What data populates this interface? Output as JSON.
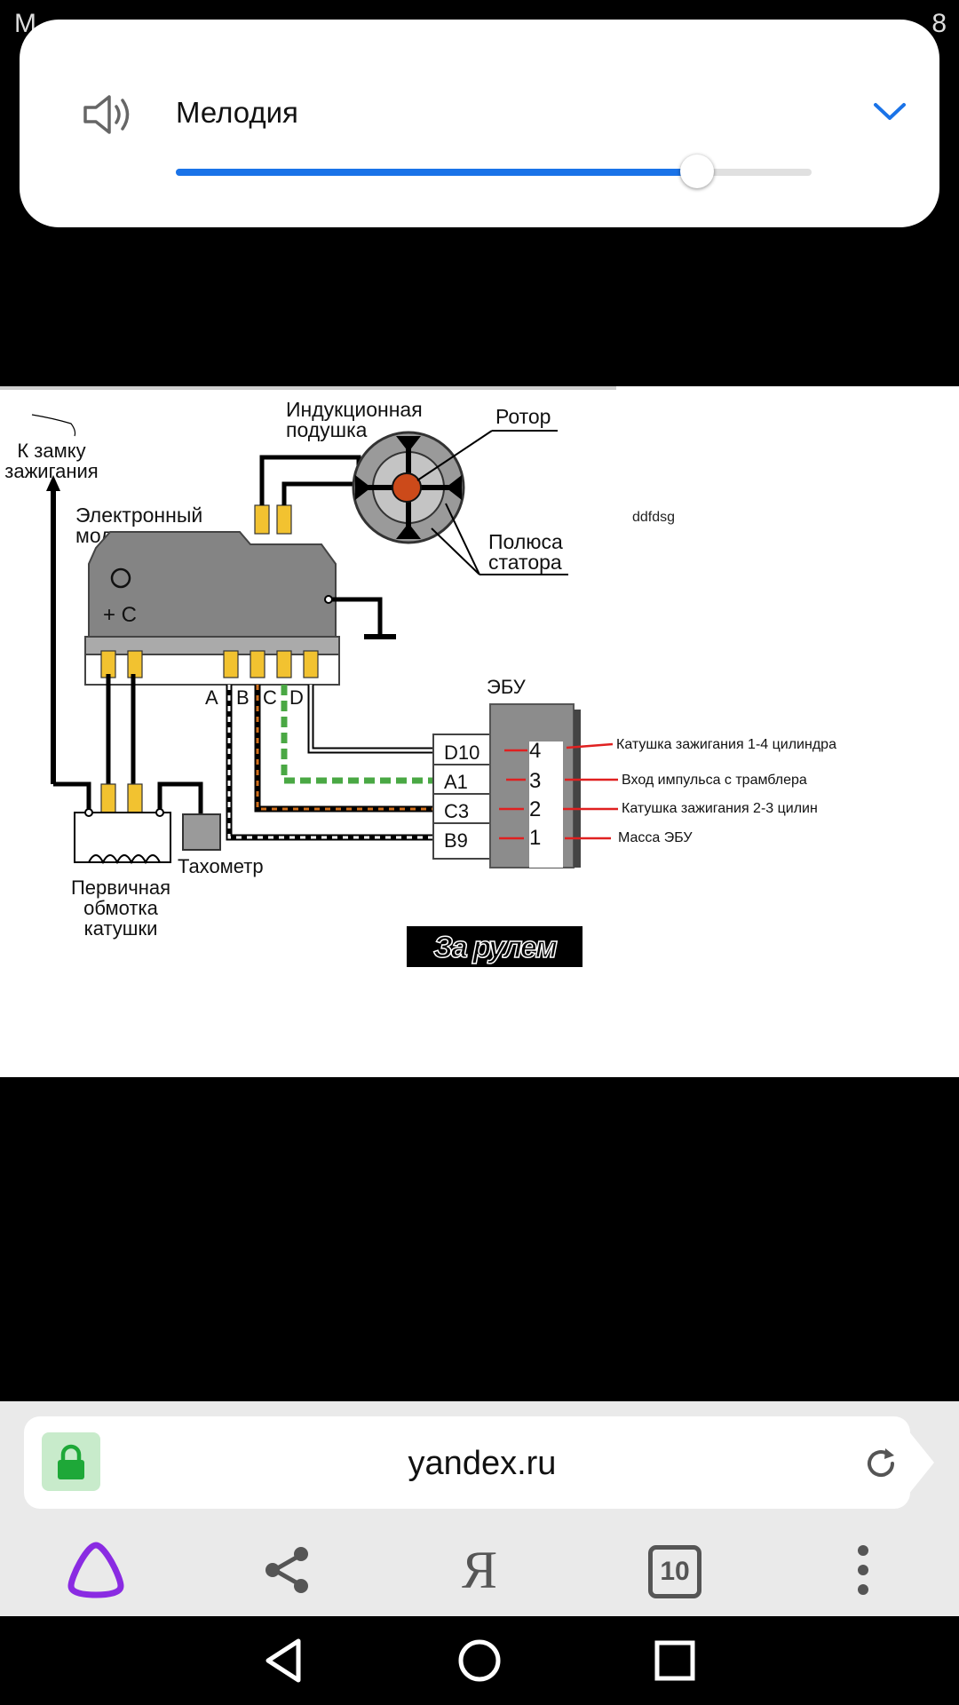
{
  "status_bar": {
    "left_text": "M",
    "right_text": "8"
  },
  "volume_panel": {
    "title": "Мелодия",
    "level": 0.82,
    "icons": [
      "speaker-icon",
      "chevron-down-icon"
    ],
    "accent_color": "#1a73e8"
  },
  "diagram": {
    "labels": {
      "to_ignition": [
        "К замку",
        "зажигания"
      ],
      "module": [
        "Электронный",
        "модуль"
      ],
      "plus_c": "+ C",
      "induction": [
        "Индукционная",
        "подушка"
      ],
      "rotor": "Ротор",
      "poles": [
        "Полюса",
        "статора"
      ],
      "pins": [
        "A",
        "B",
        "C",
        "D"
      ],
      "ecu": "ЭБУ",
      "connector": [
        "D10",
        "A1",
        "C3",
        "B9"
      ],
      "numbers": [
        "4",
        "3",
        "2",
        "1"
      ],
      "notes": [
        "Катушка зажигания 1-4 цилиндра",
        "Вход импульса с трамблера",
        "Катушка зажигания 2-3 цилин",
        "Масса ЭБУ"
      ],
      "tachometer": "Тахометр",
      "primary": [
        "Первичная",
        "обмотка",
        "катушки"
      ],
      "watermark": "ddfdsg",
      "logo": "За рулем"
    }
  },
  "browser": {
    "url": "yandex.ru",
    "tab_count": "10",
    "ya_label": "Я",
    "lock_color": "#1ea838",
    "alice_color": "#8a2be2"
  },
  "nav": {
    "buttons": [
      "back-icon",
      "home-icon",
      "recents-icon"
    ]
  }
}
